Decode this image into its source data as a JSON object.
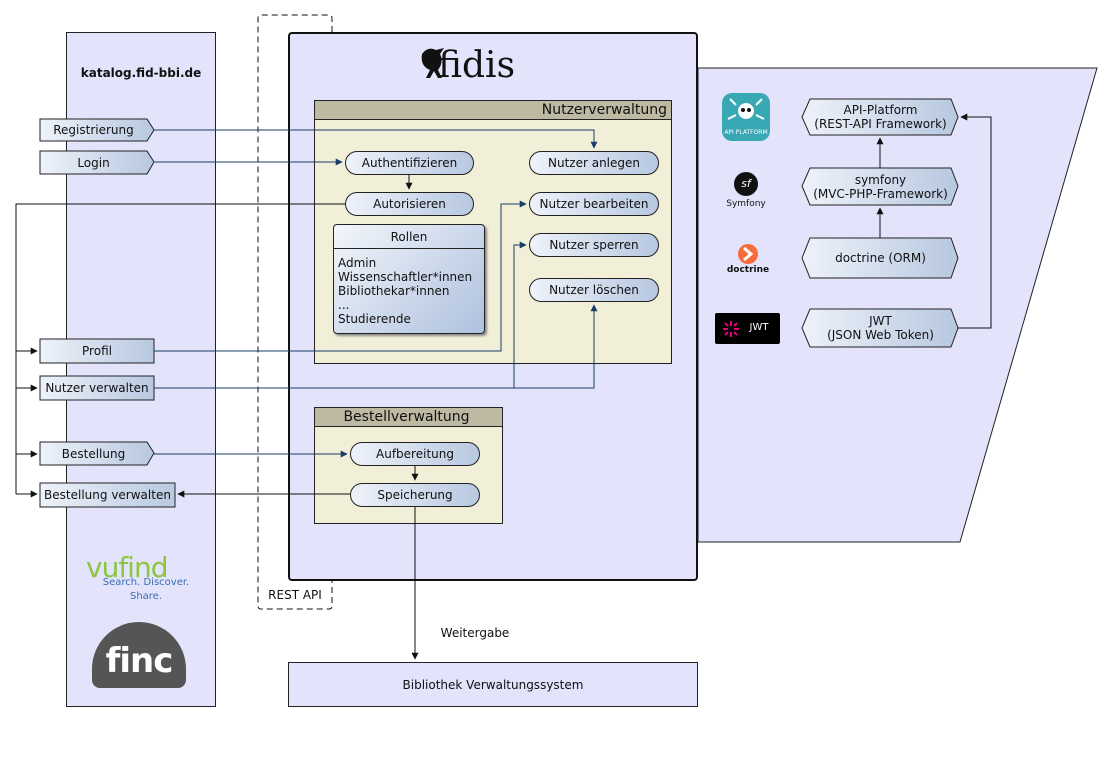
{
  "left": {
    "site": "katalog.fid-bbi.de",
    "buttons": {
      "registrierung": "Registrierung",
      "login": "Login",
      "profil": "Profil",
      "nutzer_verwalten": "Nutzer verwalten",
      "bestellung": "Bestellung",
      "bestellung_verwalten": "Bestellung verwalten"
    },
    "vufind": {
      "name": "vufind",
      "tagline": "Search. Discover. Share."
    },
    "finc": "finc"
  },
  "core": {
    "logo": "fidis",
    "logo_icon": "raven-icon",
    "rest_api": "REST API",
    "nutzer": {
      "title": "Nutzerverwaltung",
      "authentifizieren": "Authentifizieren",
      "autorisieren": "Autorisieren",
      "nutzer_anlegen": "Nutzer anlegen",
      "nutzer_bearbeiten": "Nutzer bearbeiten",
      "nutzer_sperren": "Nutzer sperren",
      "nutzer_loeschen": "Nutzer löschen",
      "rollen": {
        "title": "Rollen",
        "items": [
          "Admin",
          "Wissenschaftler*innen",
          "Bibliothekar*innen",
          "...",
          "Studierende"
        ]
      }
    },
    "bestell": {
      "title": "Bestellverwaltung",
      "aufbereitung": "Aufbereitung",
      "speicherung": "Speicherung"
    }
  },
  "weitergabe": "Weitergabe",
  "bvs": "Bibliothek Verwaltungssystem",
  "stack": {
    "api_platform": "API-Platform\n(REST-API Framework)",
    "symfony": "symfony\n(MVC-PHP-Framework)",
    "doctrine": "doctrine (ORM)",
    "jwt": "JWT\n(JSON Web Token)"
  },
  "logos": {
    "api_platform": {
      "icon": "spider-icon",
      "caption": "API PLATFORM"
    },
    "symfony": {
      "icon": "symfony-icon",
      "mark": "sf",
      "caption": "Symfony"
    },
    "doctrine": {
      "icon": "doctrine-icon",
      "caption": "doctrine"
    },
    "jwt": {
      "icon": "jwt-icon",
      "caption": "JWT"
    }
  },
  "colors": {
    "panel": "#e3e3fb",
    "box": "#f2efd8",
    "header": "#bdb9a2",
    "arrow_blue": "#1a3d66",
    "gradient_light": "#eef2fa",
    "gradient_dark": "#b7c8e0"
  }
}
